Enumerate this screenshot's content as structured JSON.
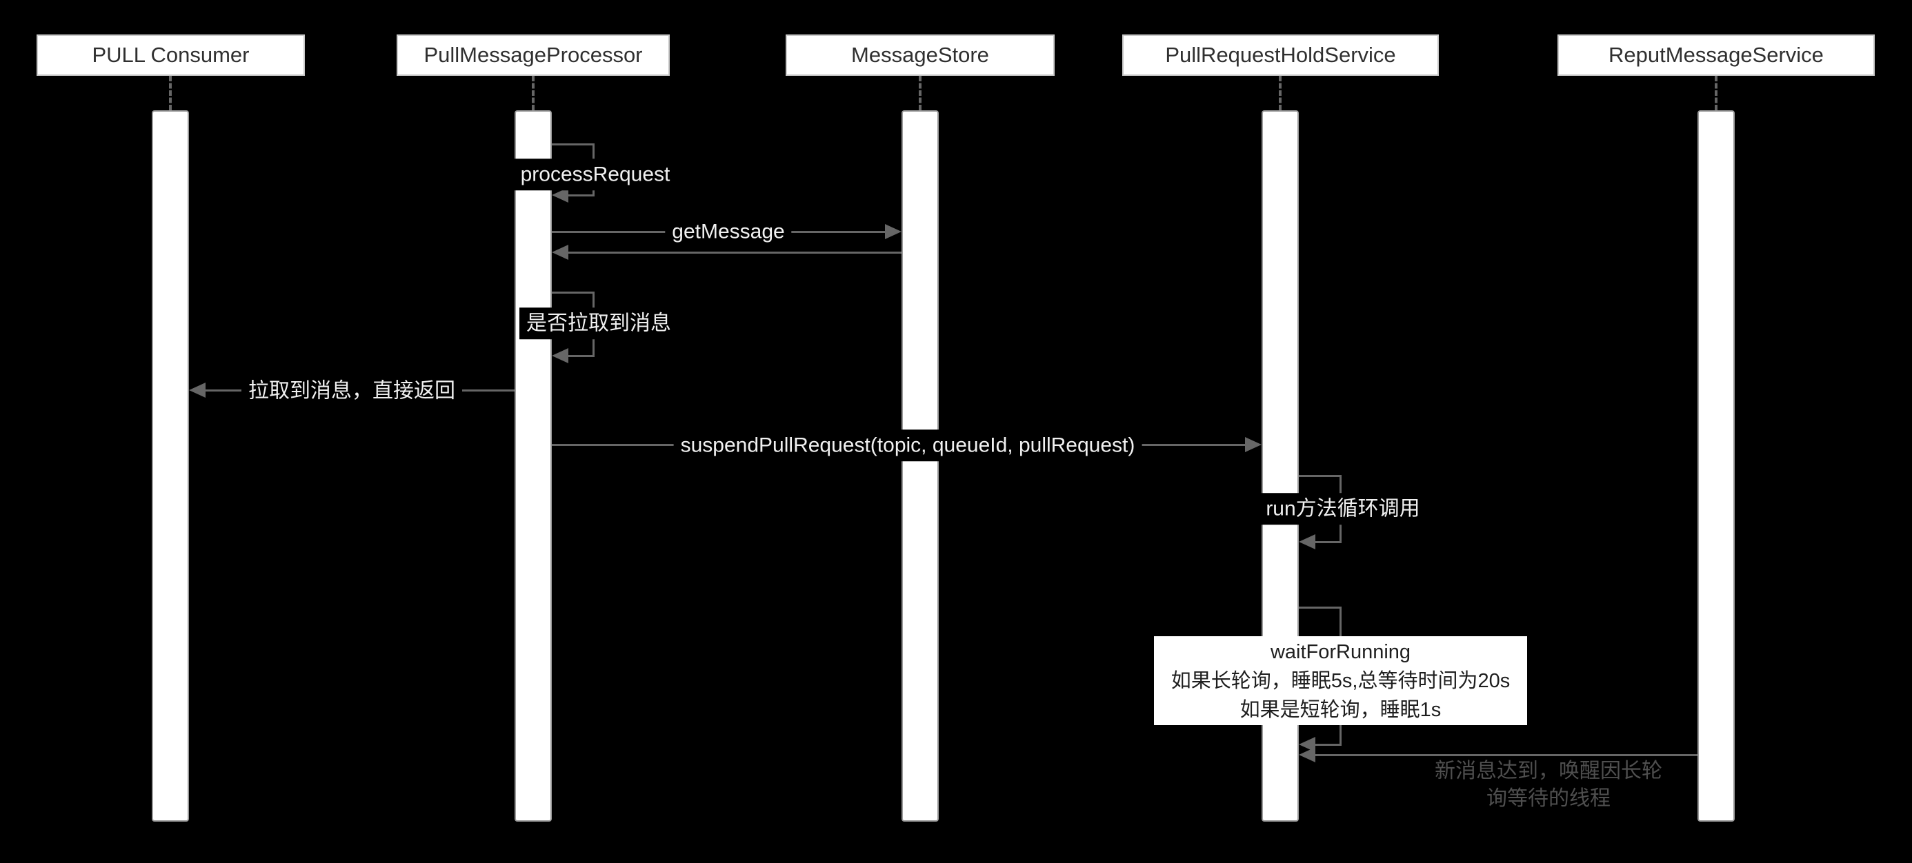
{
  "diagram": {
    "participants": [
      {
        "name": "PULL Consumer"
      },
      {
        "name": "PullMessageProcessor"
      },
      {
        "name": "MessageStore"
      },
      {
        "name": "PullRequestHoldService"
      },
      {
        "name": "ReputMessageService"
      }
    ],
    "messages": {
      "process_request": {
        "label": "processRequest"
      },
      "get_message": {
        "label": "getMessage"
      },
      "check_pulled": {
        "label": "是否拉取到消息"
      },
      "return_to_consumer": {
        "label": "拉取到消息，直接返回"
      },
      "suspend_pull_request": {
        "label": "suspendPullRequest(topic, queueId, pullRequest)"
      },
      "run_loop": {
        "label": "run方法循环调用"
      },
      "wait_for_running": {
        "line1": "waitForRunning",
        "line2": "如果长轮询，睡眠5s,总等待时间为20s",
        "line3": "如果是短轮询，睡眠1s"
      },
      "new_message_note": {
        "line1": "新消息达到，唤醒因长轮",
        "line2": "询等待的线程"
      }
    },
    "colors": {
      "background": "#000000",
      "participant_fill": "#ffffff",
      "participant_text": "#303030",
      "line": "#666666",
      "message_text": "#f0f0f0",
      "note_fill": "#ffffff",
      "note_text": "#1f1f1f",
      "muted_text": "#4f4f4f"
    }
  }
}
